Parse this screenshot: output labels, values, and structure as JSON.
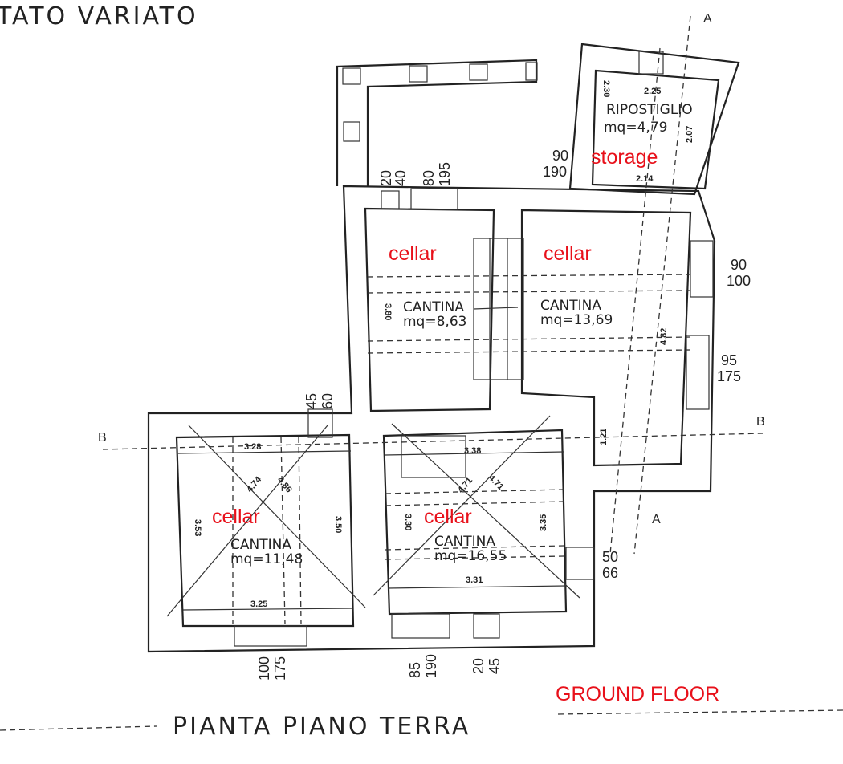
{
  "header": {
    "title": "TATO VARIATO"
  },
  "footer": {
    "plan_title": "PIANTA PIANO TERRA",
    "translation": "GROUND FLOOR"
  },
  "section_markers": {
    "a": "A",
    "b": "B"
  },
  "rooms": [
    {
      "name": "RIPOSTIGLIO",
      "area": "mq=4,79",
      "translation": "storage",
      "dims": [
        "2.25",
        "2.30",
        "2.07",
        "2.14"
      ]
    },
    {
      "name": "CANTINA",
      "area": "mq=8,63",
      "translation": "cellar",
      "dims": [
        "3.80"
      ]
    },
    {
      "name": "CANTINA",
      "area": "mq=13,69",
      "translation": "cellar",
      "dims": [
        "4.82",
        "1.21"
      ]
    },
    {
      "name": "CANTINA",
      "area": "mq=11,48",
      "translation": "cellar",
      "dims": [
        "3.28",
        "3.53",
        "3.50",
        "3.25",
        "4.74",
        "4.86"
      ]
    },
    {
      "name": "CANTINA",
      "area": "mq=16,55",
      "translation": "cellar",
      "dims": [
        "3.38",
        "3.30",
        "3.35",
        "3.31",
        "4.71",
        "4.71"
      ]
    }
  ],
  "openings": [
    {
      "a": "90",
      "b": "190"
    },
    {
      "a": "20",
      "b": "40"
    },
    {
      "a": "80",
      "b": "195"
    },
    {
      "a": "90",
      "b": "100"
    },
    {
      "a": "95",
      "b": "175"
    },
    {
      "a": "45",
      "b": "60"
    },
    {
      "a": "50",
      "b": "66"
    },
    {
      "a": "100",
      "b": "175"
    },
    {
      "a": "85",
      "b": "190"
    },
    {
      "a": "20",
      "b": "45"
    }
  ],
  "colors": {
    "annotation": "#e8101a",
    "ink": "#222222"
  }
}
